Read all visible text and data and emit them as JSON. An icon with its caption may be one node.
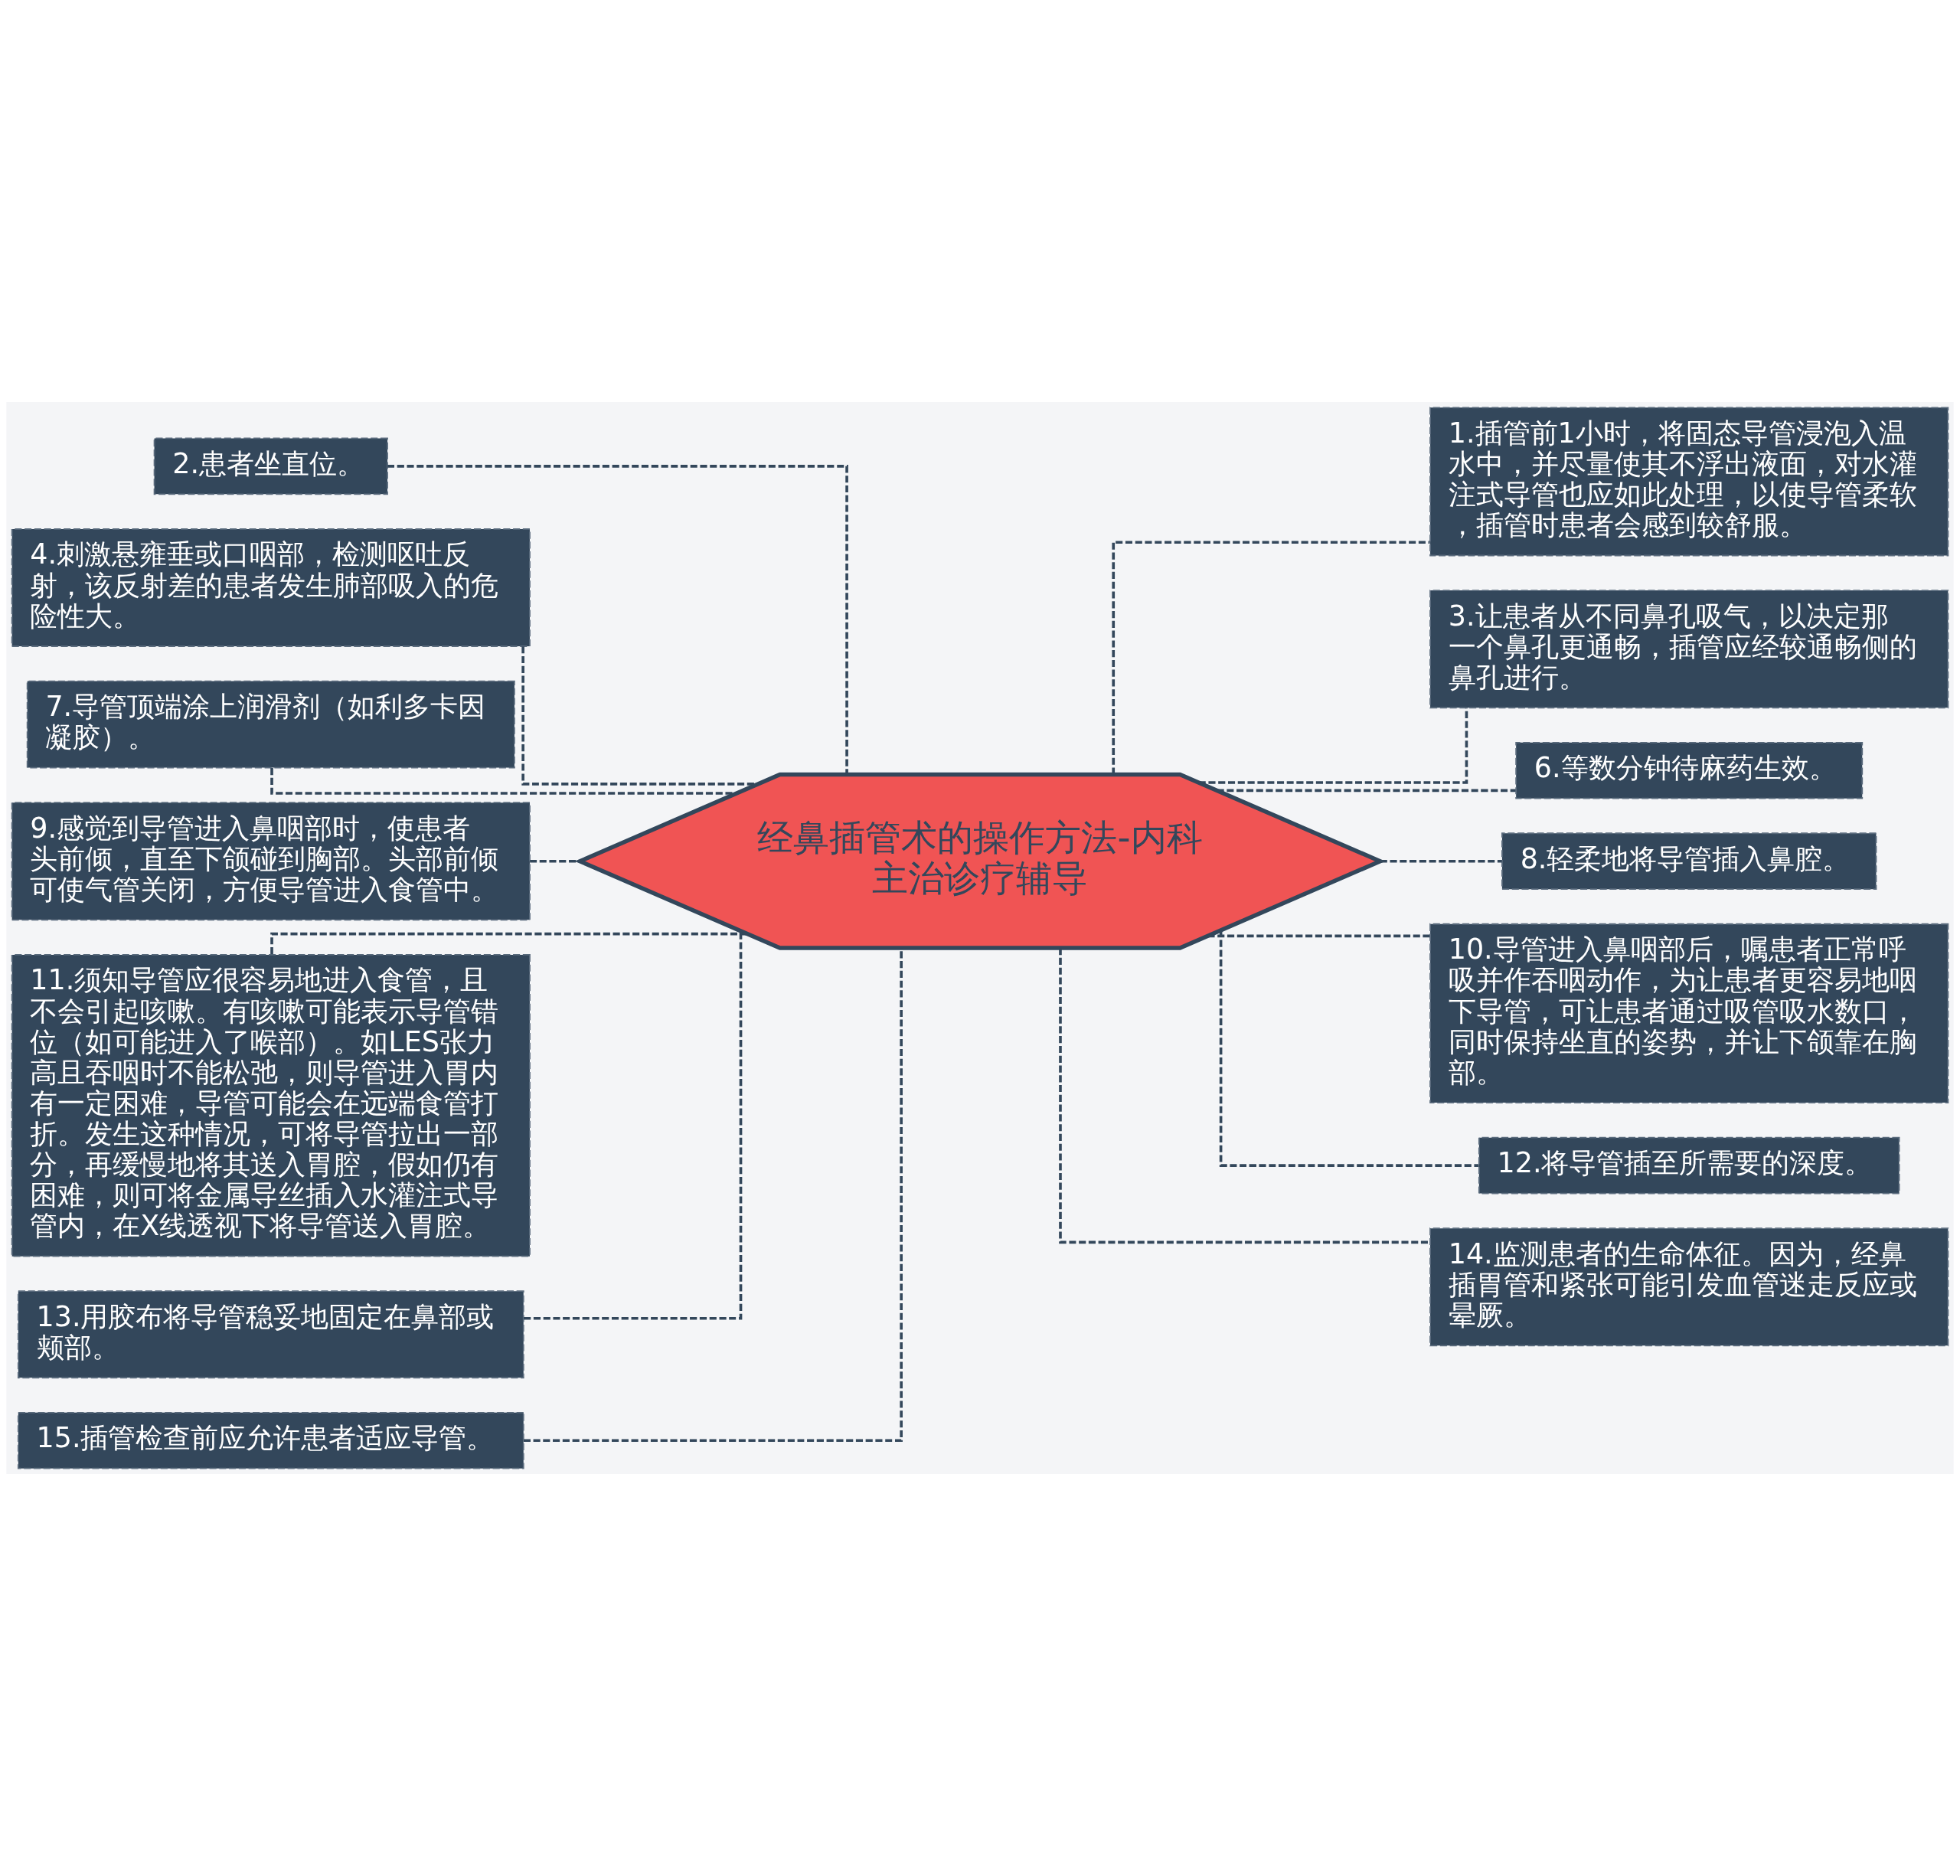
{
  "diagram": {
    "nodes": [
      {
        "text": [
          "经鼻插管术的操作方法-内科主治诊疗辅导"
        ]
      },
      {
        "text": [
          "2.患者坐直位。"
        ]
      },
      {
        "text": [
          "4.刺激悬雍垂或口咽部，检测呕吐反射，该反射差的患者发生肺部吸入的危险性大。"
        ]
      },
      {
        "text": [
          "7.导管顶端涂上润滑剂（如利多卡因凝胶）。"
        ]
      },
      {
        "text": [
          "9.感觉到导管进入鼻咽部时，使患者头前倾，直至下颌碰到胸部。头部前倾可使气管关闭，方便导管进入食管中。"
        ]
      },
      {
        "text": [
          "11.须知导管应很容易地进入食管，且不会引起咳嗽。有咳嗽可能表示导管错位（如可能进入了喉部）。如LES张力高且吞咽时不能松弛，则导管进入胃内有一定困难，导管可能会在远端食管打折。发生这种情况，可将导管拉出一部分，再缓慢地将其送入胃腔，假如仍有困难，则可将金属导丝插入水灌注式导管内，在X线透视下将导管送入胃腔。"
        ]
      },
      {
        "text": [
          "13.用胶布将导管稳妥地固定在鼻部或颊部。"
        ]
      },
      {
        "text": [
          "15.插管检查前应允许患者适应导管。"
        ]
      },
      {
        "text": [
          "1.插管前1小时，将固态导管浸泡入温水中，并尽量使其不浮出液面，对水灌注式导管也应如此处理，以使导管柔软，插管时患者会感到较舒服。"
        ]
      },
      {
        "text": [
          "3.让患者从不同鼻孔吸气，以决定那一个鼻孔更通畅，插管应经较通畅侧的鼻孔进行。"
        ]
      },
      {
        "text": [
          "6.等数分钟待麻药生效。"
        ]
      },
      {
        "text": [
          "8.轻柔地将导管插入鼻腔。"
        ]
      },
      {
        "text": [
          "10.导管进入鼻咽部后，嘱患者正常呼吸并作吞咽动作，为让患者更容易地咽下导管，可让患者通过吸管吸水数口，同时保持坐直的姿势，并让下颌靠在胸部。"
        ]
      },
      {
        "text": [
          "12.将导管插至所需要的深度。"
        ]
      },
      {
        "text": [
          "14.监测患者的生命体征。因为，经鼻插胃管和紧张可能引发血管迷走反应或晕厥。"
        ]
      }
    ],
    "edges": [
      {
        "from": 1,
        "to": 0,
        "arrow": "none",
        "style": "dashed"
      },
      {
        "from": 2,
        "to": 0,
        "arrow": "none",
        "style": "dashed"
      },
      {
        "from": 3,
        "to": 0,
        "arrow": "none",
        "style": "dashed"
      },
      {
        "from": 4,
        "to": 0,
        "arrow": "none",
        "style": "dashed"
      },
      {
        "from": 5,
        "to": 0,
        "arrow": "none",
        "style": "dashed"
      },
      {
        "from": 6,
        "to": 0,
        "arrow": "none",
        "style": "dashed"
      },
      {
        "from": 7,
        "to": 0,
        "arrow": "none",
        "style": "dashed"
      },
      {
        "from": 0,
        "to": 8,
        "arrow": "none",
        "style": "dashed"
      },
      {
        "from": 0,
        "to": 9,
        "arrow": "none",
        "style": "dashed"
      },
      {
        "from": 0,
        "to": 10,
        "arrow": "none",
        "style": "dashed"
      },
      {
        "from": 0,
        "to": 11,
        "arrow": "none",
        "style": "dashed"
      },
      {
        "from": 0,
        "to": 12,
        "arrow": "none",
        "style": "dashed"
      },
      {
        "from": 0,
        "to": 13,
        "arrow": "none",
        "style": "dashed"
      },
      {
        "from": 0,
        "to": 14,
        "arrow": "none",
        "style": "dashed"
      }
    ]
  }
}
